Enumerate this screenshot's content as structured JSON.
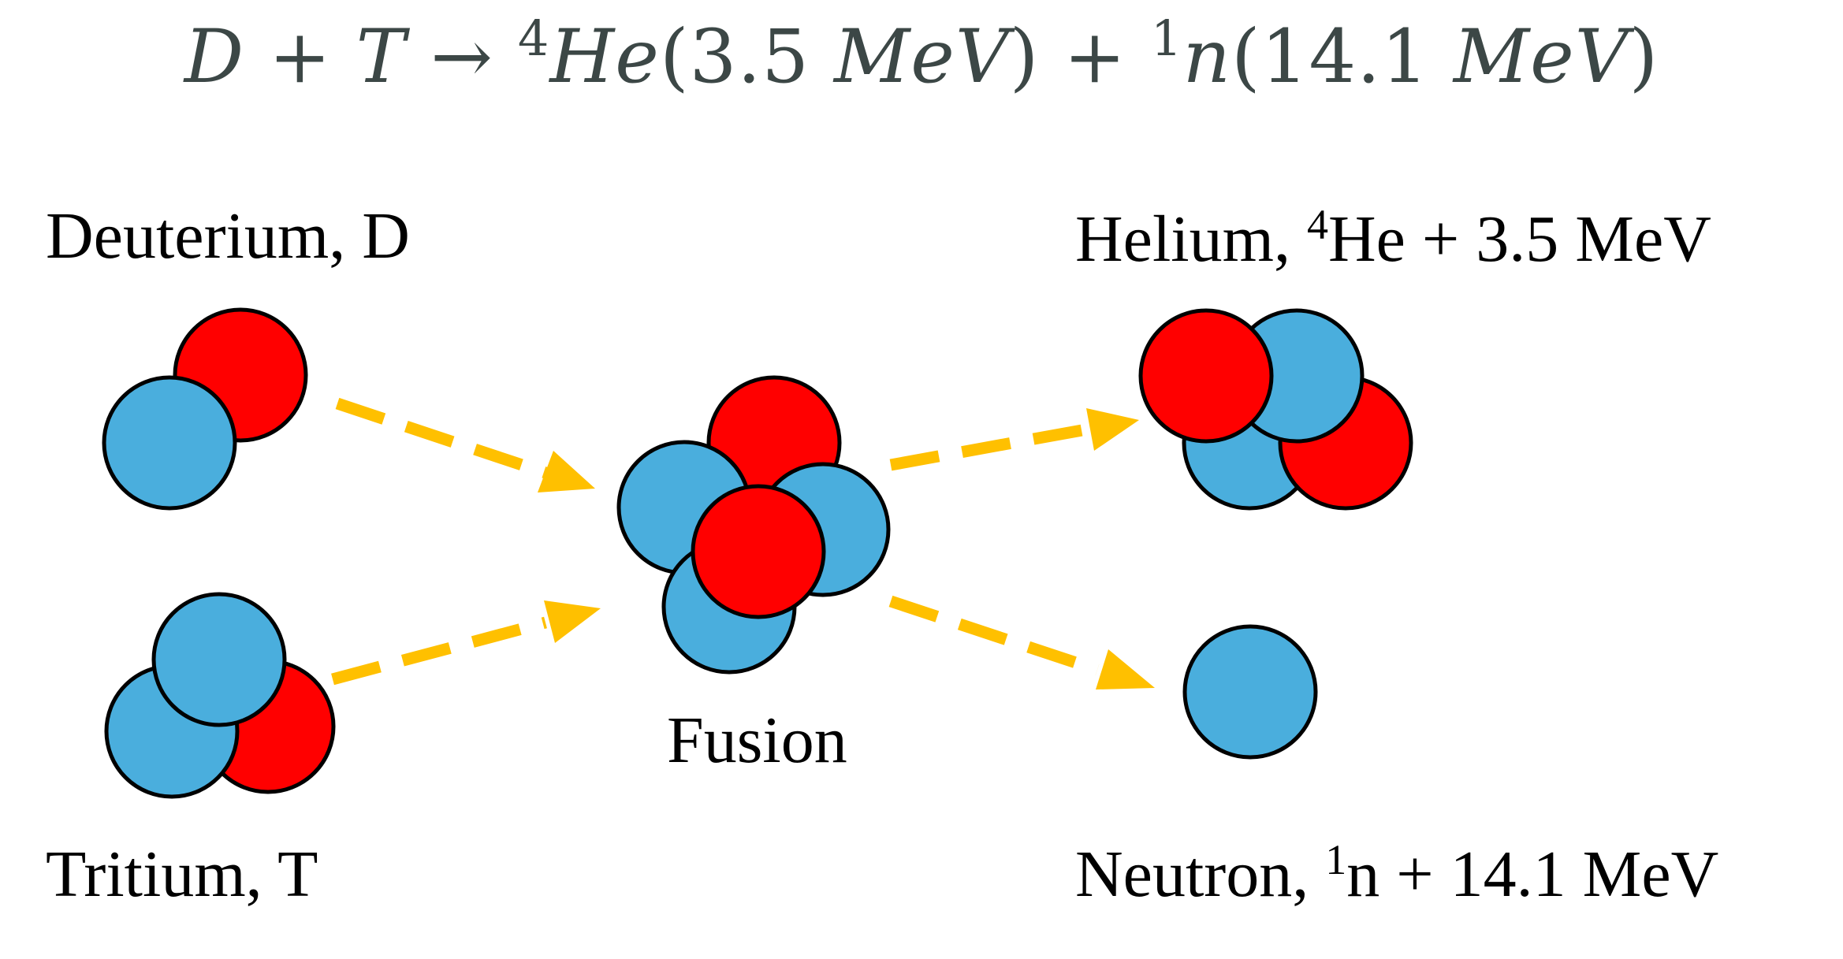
{
  "equation": {
    "reactant_1": "D",
    "plus_1": "+",
    "reactant_2": "T",
    "arrow": "→",
    "product_1_mass": "4",
    "product_1_symbol": "He",
    "product_1_energy_open": "(3.5 ",
    "product_1_energy_unit": "MeV",
    "product_1_energy_close": ")",
    "plus_2": "+",
    "product_2_mass": "1",
    "product_2_symbol": "n",
    "product_2_energy_open": "(14.1 ",
    "product_2_energy_unit": "MeV",
    "product_2_energy_close": ")"
  },
  "labels": {
    "deuterium": "Deuterium, D",
    "tritium": "Tritium, T",
    "fusion": "Fusion",
    "helium_prefix": "Helium, ",
    "helium_mass": "4",
    "helium_suffix": "He + 3.5 MeV",
    "neutron_prefix": "Neutron, ",
    "neutron_mass": "1",
    "neutron_suffix": "n + 14.1 MeV"
  },
  "colors": {
    "proton": "#ff0000",
    "neutron": "#4aaedd",
    "arrow": "#ffc000",
    "outline": "#000000",
    "equation_text": "#3c4746"
  }
}
